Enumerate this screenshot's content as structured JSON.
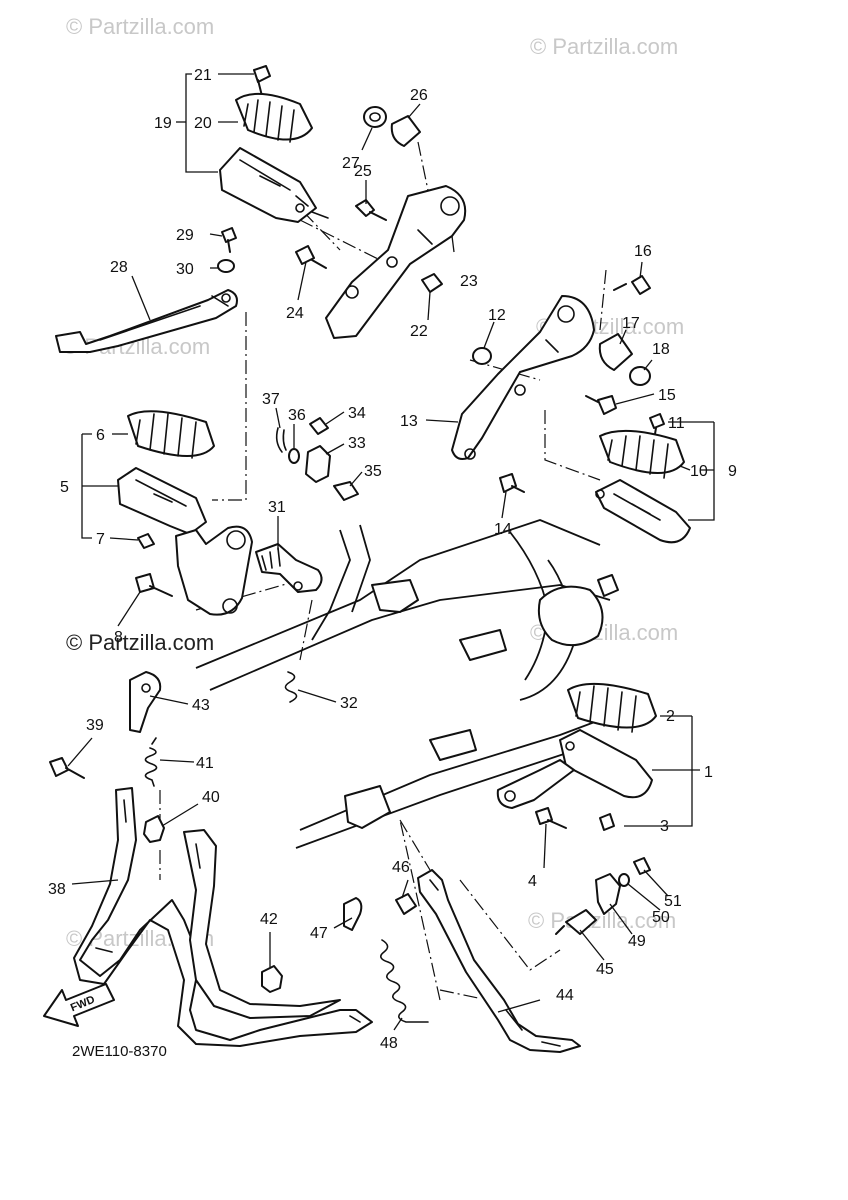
{
  "watermarks": [
    "© Partzilla.com",
    "© Partzilla.com",
    "© Partzilla.com",
    "© Partzilla.com",
    "© Partzilla.com",
    "© Partzilla.com",
    "© Partzilla.com",
    "© Partzilla.com",
    "© Partzilla.com"
  ],
  "labels": {
    "p1": "1",
    "p2": "2",
    "p3": "3",
    "p4": "4",
    "p5": "5",
    "p6": "6",
    "p7": "7",
    "p8": "8",
    "p9": "9",
    "p10": "10",
    "p11": "11",
    "p12": "12",
    "p13": "13",
    "p14": "14",
    "p15": "15",
    "p16": "16",
    "p17": "17",
    "p18": "18",
    "p19": "19",
    "p20": "20",
    "p21": "21",
    "p22": "22",
    "p23": "23",
    "p24": "24",
    "p25": "25",
    "p26": "26",
    "p27": "27",
    "p28": "28",
    "p29": "29",
    "p30": "30",
    "p31": "31",
    "p32": "32",
    "p33": "33",
    "p34": "34",
    "p35": "35",
    "p36": "36",
    "p37": "37",
    "p38": "38",
    "p39": "39",
    "p40": "40",
    "p41": "41",
    "p42": "42",
    "p43": "43",
    "p44": "44",
    "p45": "45",
    "p46": "46",
    "p47": "47",
    "p48": "48",
    "p49": "49",
    "p50": "50",
    "p51": "51"
  },
  "fwd_label": "FWD",
  "diagram_code": "2WE110-8370"
}
